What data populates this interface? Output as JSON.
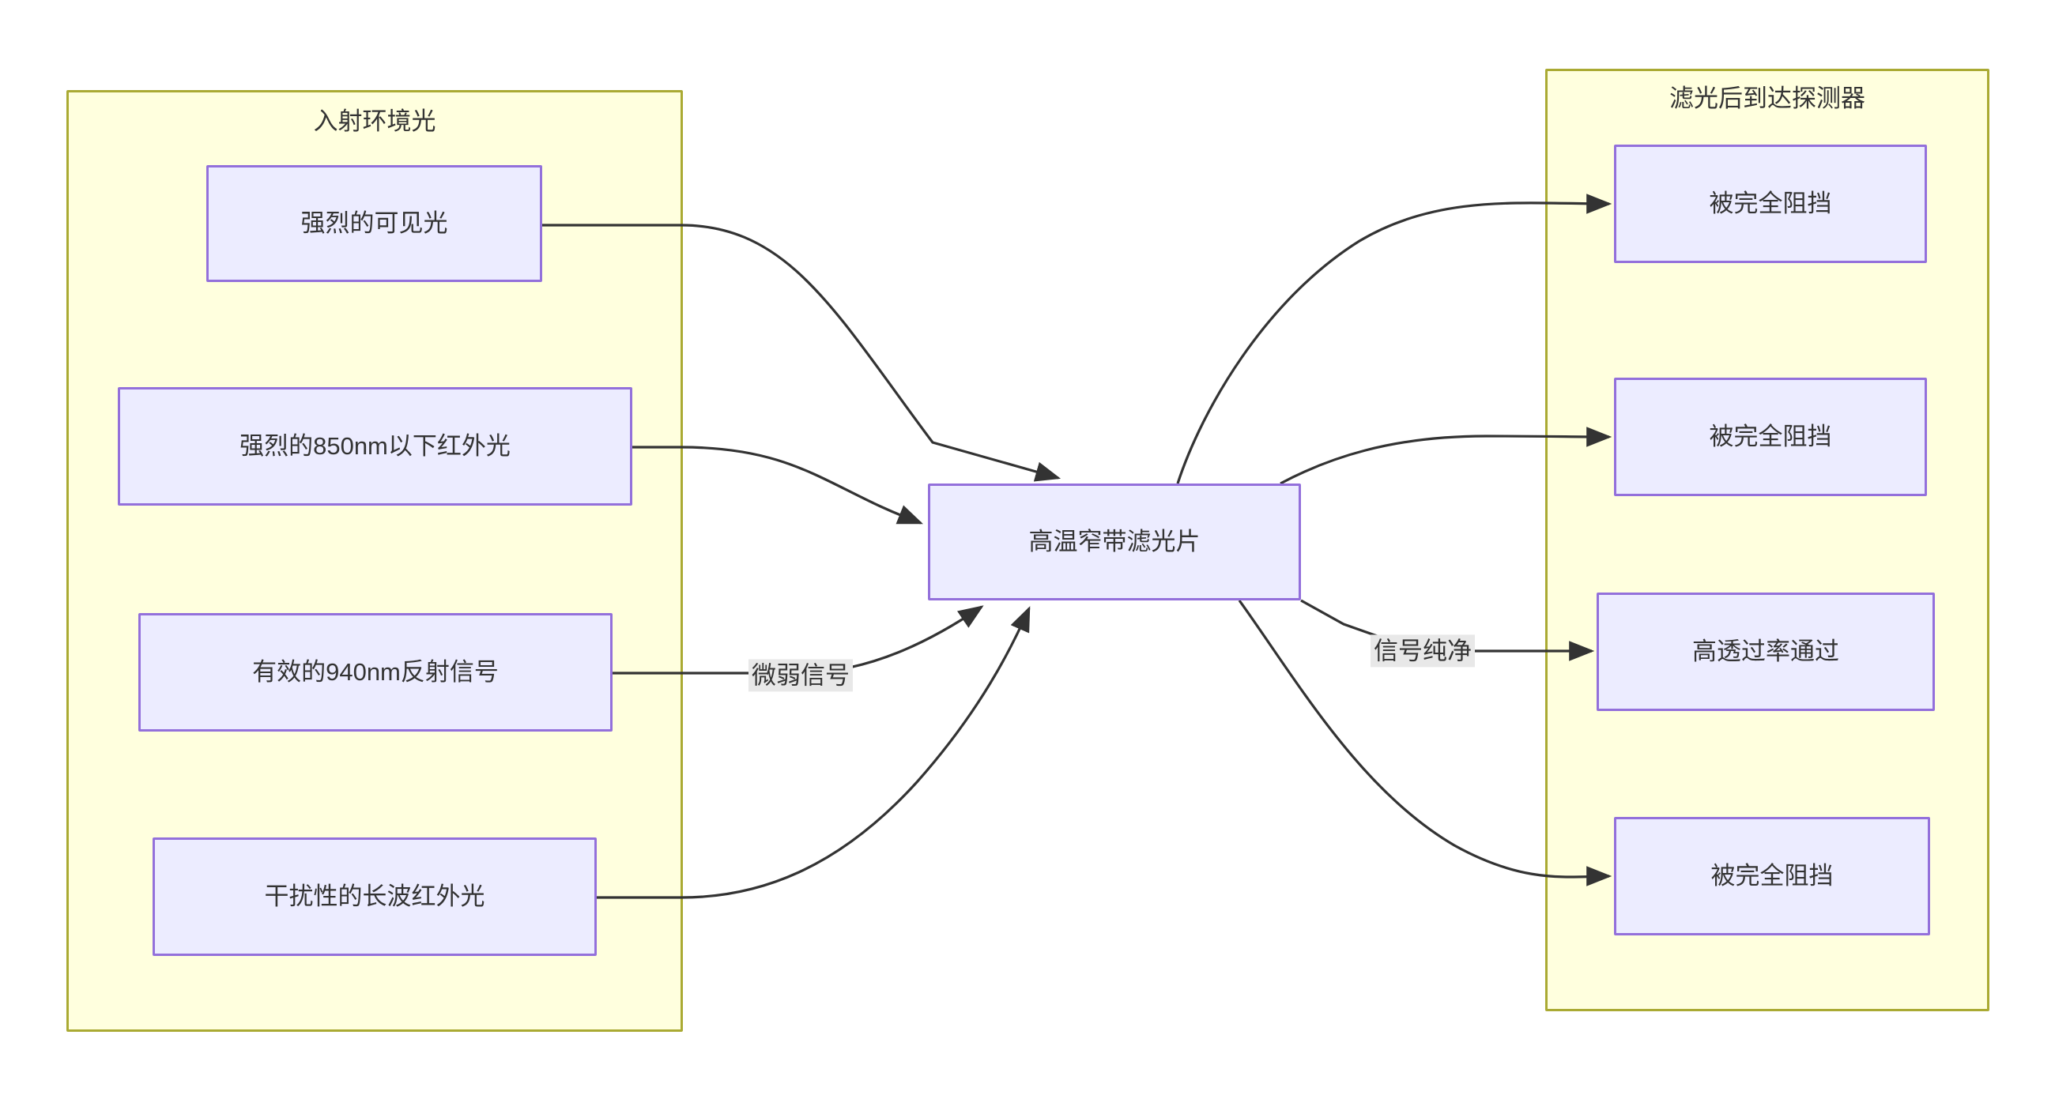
{
  "diagram": {
    "type": "flowchart",
    "direction": "left-to-right",
    "theme": {
      "node_fill": "#ececff",
      "node_stroke": "#9370db",
      "cluster_fill": "#ffffde",
      "cluster_stroke": "#aaaa33",
      "edge_stroke": "#333333",
      "text_color": "#333333",
      "edge_label_bg": "#e8e8e8",
      "page_bg": "#ffffff"
    },
    "clusters": [
      {
        "id": "incoming",
        "title": "入射环境光"
      },
      {
        "id": "detector",
        "title": "滤光后到达探测器"
      }
    ],
    "nodes": [
      {
        "id": "visible",
        "label": "强烈的可见光",
        "cluster": "incoming"
      },
      {
        "id": "ir850",
        "label": "强烈的850nm以下红外光",
        "cluster": "incoming"
      },
      {
        "id": "sig940",
        "label": "有效的940nm反射信号",
        "cluster": "incoming"
      },
      {
        "id": "longwave",
        "label": "干扰性的长波红外光",
        "cluster": "incoming"
      },
      {
        "id": "filter",
        "label": "高温窄带滤光片",
        "cluster": null
      },
      {
        "id": "blocked1",
        "label": "被完全阻挡",
        "cluster": "detector"
      },
      {
        "id": "blocked2",
        "label": "被完全阻挡",
        "cluster": "detector"
      },
      {
        "id": "pass",
        "label": "高透过率通过",
        "cluster": "detector"
      },
      {
        "id": "blocked3",
        "label": "被完全阻挡",
        "cluster": "detector"
      }
    ],
    "edges": [
      {
        "from": "visible",
        "to": "filter",
        "label": ""
      },
      {
        "from": "ir850",
        "to": "filter",
        "label": ""
      },
      {
        "from": "sig940",
        "to": "filter",
        "label": "微弱信号"
      },
      {
        "from": "longwave",
        "to": "filter",
        "label": ""
      },
      {
        "from": "filter",
        "to": "blocked1",
        "label": ""
      },
      {
        "from": "filter",
        "to": "blocked2",
        "label": ""
      },
      {
        "from": "filter",
        "to": "pass",
        "label": "信号纯净"
      },
      {
        "from": "filter",
        "to": "blocked3",
        "label": ""
      }
    ],
    "edge_labels": [
      {
        "id": "weak-signal",
        "text": "微弱信号"
      },
      {
        "id": "clean-signal",
        "text": "信号纯净"
      }
    ]
  }
}
